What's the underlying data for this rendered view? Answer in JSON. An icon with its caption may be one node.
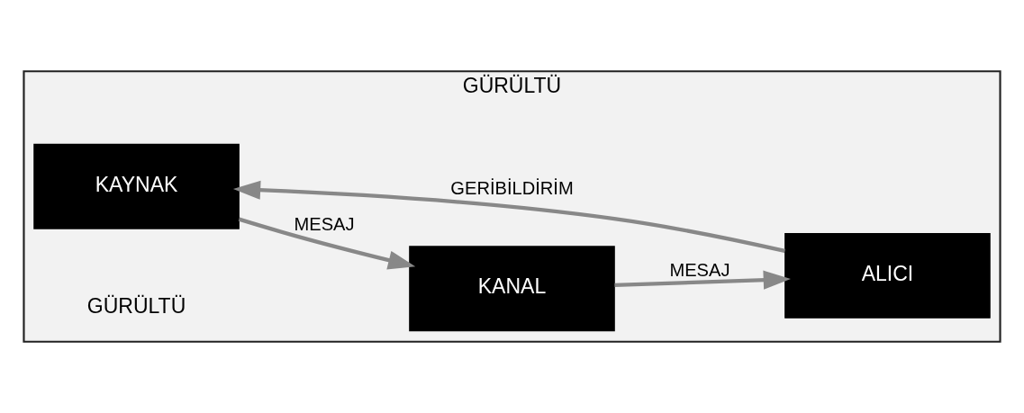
{
  "diagram": {
    "nodes": [
      {
        "text": [
          "GÜRÜLTÜ",
          "GÜRÜLTÜ"
        ]
      },
      {
        "text": [
          "KAYNAK"
        ],
        "in": 0
      },
      {
        "text": [
          "KANAL"
        ],
        "in": 0
      },
      {
        "text": [
          "ALICI"
        ],
        "in": 0
      }
    ],
    "edges": [
      {
        "from": 1,
        "to": 2,
        "arrow": "to",
        "label": "MESAJ"
      },
      {
        "from": 2,
        "to": 3,
        "arrow": "to",
        "label": "MESAJ"
      },
      {
        "from": 3,
        "to": 1,
        "arrow": "to",
        "label": "GERİBİLDİRİM"
      }
    ]
  }
}
